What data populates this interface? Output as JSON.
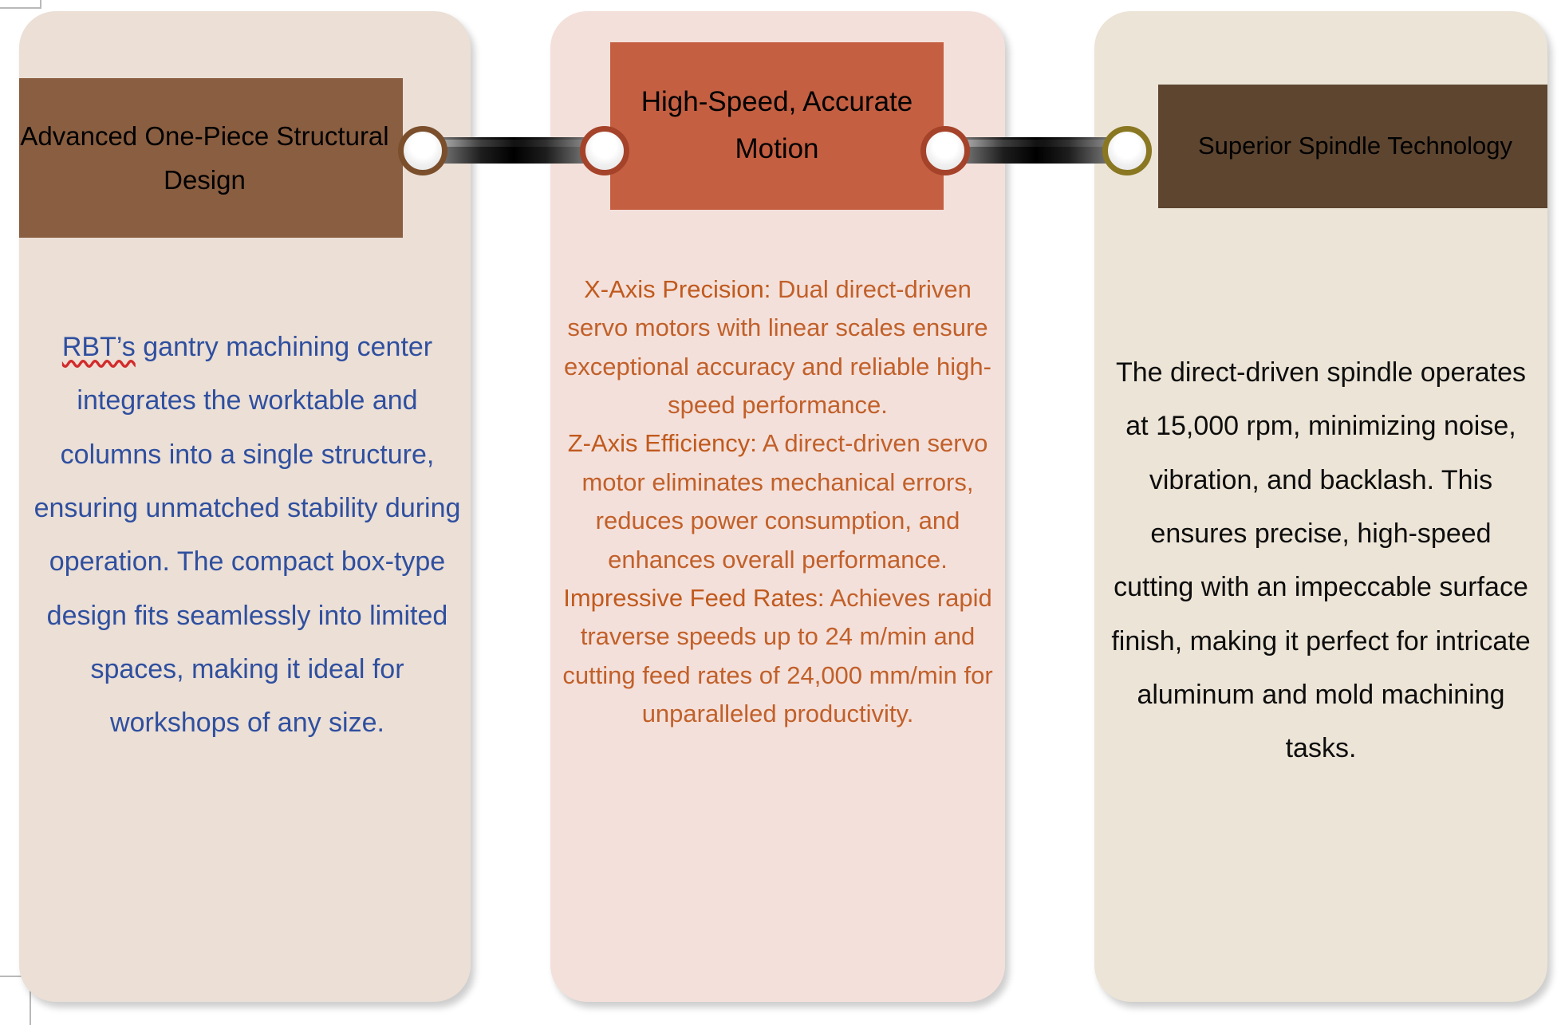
{
  "slide": {
    "background": "#ffffff",
    "layout": "three-linked-cards"
  },
  "cards": [
    {
      "id": "advanced-structural-design",
      "header": "Advanced One-Piece Structural Design",
      "header_bg": "#8a5e41",
      "header_color": "#000000",
      "card_bg": "#ebdfd6",
      "body_color": "#2f4f9f",
      "body_spell_error": "RBT’s",
      "body_rest": " gantry machining center integrates the worktable and columns into a single structure, ensuring unmatched stability during operation. The compact box-type design fits seamlessly into limited spaces, making it ideal for workshops of any size."
    },
    {
      "id": "high-speed-accurate-motion",
      "header": "High-Speed, Accurate Motion",
      "header_bg": "#c45f42",
      "header_color": "#000000",
      "card_bg": "#f4e0da",
      "body_color": "#c1602a",
      "paragraphs": [
        {
          "lead": "X-Axis Precision:",
          "text": " Dual direct-driven servo motors with linear scales ensure exceptional accuracy and reliable high-speed performance."
        },
        {
          "lead": "Z-Axis Efficiency:",
          "text": " A direct-driven servo motor eliminates mechanical errors, reduces power consumption, and enhances overall performance."
        },
        {
          "lead": "Impressive Feed Rates:",
          "text": " Achieves rapid traverse speeds up to 24 m/min and cutting feed rates of 24,000 mm/min for unparalleled productivity."
        }
      ]
    },
    {
      "id": "superior-spindle-technology",
      "header": "Superior Spindle Technology",
      "header_bg": "#5d4530",
      "header_color": "#000000",
      "card_bg": "#ece4d6",
      "body_color": "#0d0d0d",
      "body": "The direct-driven spindle operates at 15,000 rpm, minimizing noise, vibration, and backlash. This ensures precise, high-speed cutting with an impeccable surface finish, making it perfect for intricate aluminum and mold machining tasks."
    }
  ],
  "connectors": [
    {
      "id": "connector-one-two",
      "left_ring_color": "#7b4f2c",
      "right_ring_color": "#a5432a",
      "bar_style": "dark-gradient-rod"
    },
    {
      "id": "connector-two-three",
      "left_ring_color": "#a5432a",
      "right_ring_color": "#8a7722",
      "bar_style": "dark-gradient-rod"
    }
  ]
}
